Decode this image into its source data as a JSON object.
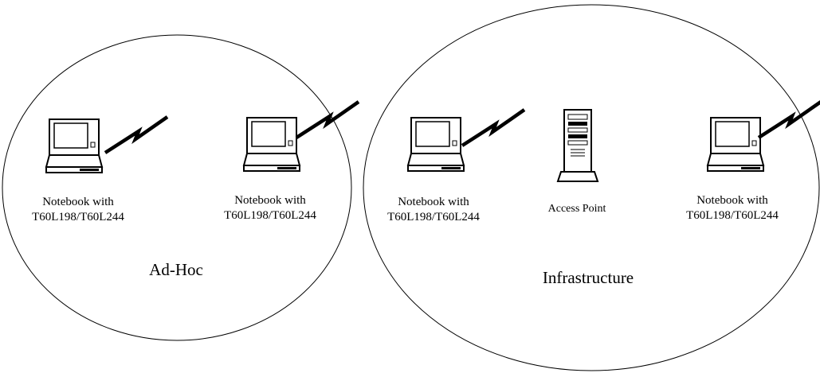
{
  "groups": [
    {
      "mode_label": "Ad-Hoc",
      "devices": [
        {
          "type": "notebook",
          "icon": "laptop-icon",
          "label_line1": "Notebook with",
          "label_line2": "T60L198/T60L244"
        },
        {
          "type": "notebook",
          "icon": "laptop-icon",
          "label_line1": "Notebook with",
          "label_line2": "T60L198/T60L244"
        }
      ]
    },
    {
      "mode_label": "Infrastructure",
      "devices": [
        {
          "type": "notebook",
          "icon": "laptop-icon",
          "label_line1": "Notebook with",
          "label_line2": "T60L198/T60L244"
        },
        {
          "type": "access-point",
          "icon": "server-tower-icon",
          "label_line1": "Access Point"
        },
        {
          "type": "notebook",
          "icon": "laptop-icon",
          "label_line1": "Notebook with",
          "label_line2": "T60L198/T60L244"
        }
      ]
    }
  ],
  "colors": {
    "line": "#000000",
    "background": "#ffffff"
  },
  "icons": {
    "wireless": "lightning-bolt-icon"
  }
}
